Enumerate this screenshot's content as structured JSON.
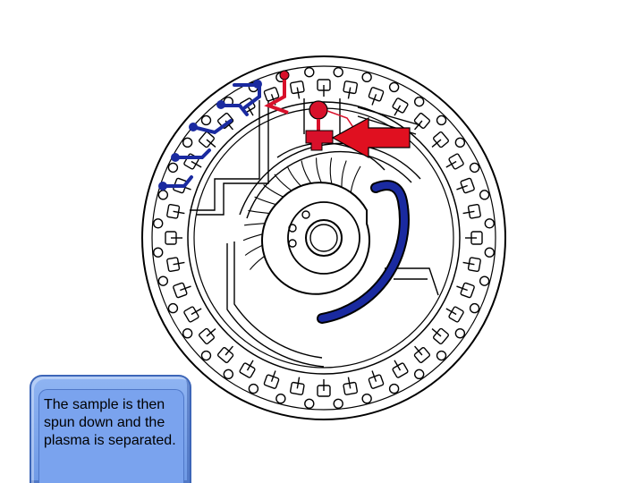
{
  "caption": {
    "text": "The sample is then spun down and the plasma is separated."
  },
  "colors": {
    "outline": "#000000",
    "background": "#ffffff",
    "sample_red": "#d8102a",
    "channel_blue": "#1a2aa0",
    "arrow_red": "#e01020",
    "caption_fill": "#7aa3ee",
    "caption_border": "#3d66b8"
  },
  "diagram": {
    "subject": "rotor-disc",
    "arrow": "red-arrow-pointing-left"
  }
}
